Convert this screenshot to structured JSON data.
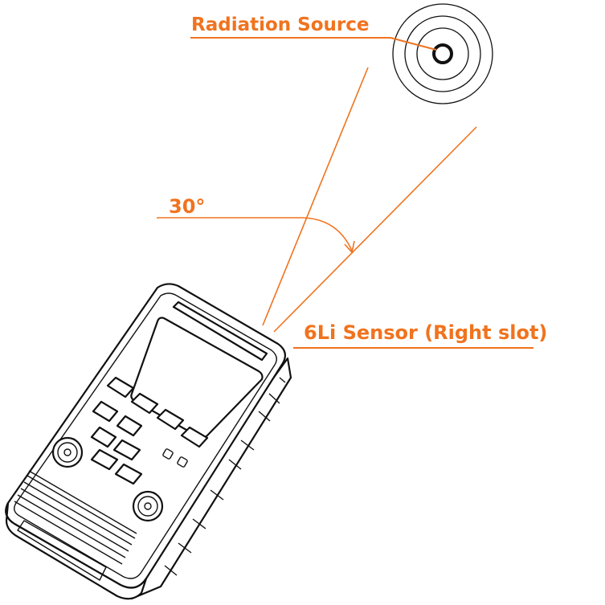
{
  "labels": {
    "source": "Radiation Source",
    "angle": "30°",
    "sensor": "6Li Sensor (Right slot)"
  },
  "angle_degrees": 30,
  "colors": {
    "annotation": "#f0731e",
    "line_art": "#111111",
    "background": "#ffffff"
  },
  "icons": {
    "source": "concentric-circles-target-icon",
    "device": "handheld-detector-icon"
  }
}
